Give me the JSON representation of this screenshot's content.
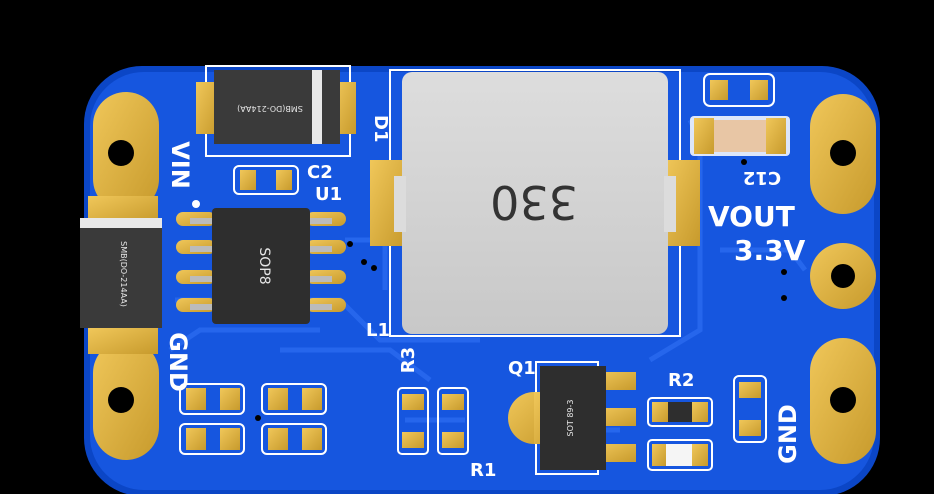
{
  "silkscreen": {
    "vin": "VIN",
    "gnd_left": "GND",
    "gnd_right": "GND",
    "vout": "VOUT",
    "vout_voltage": "3.3V",
    "d1": "D1",
    "c2": "C2",
    "u1": "U1",
    "l1": "L1",
    "r1": "R1",
    "r2": "R2",
    "r3": "R3",
    "q1": "Q1",
    "c12": "C12"
  },
  "markings": {
    "inductor": "330",
    "ic": "SOP8",
    "diode_top": "SMB(DO-214AA)",
    "diode_left": "SMB(DO-214AA)",
    "transistor": "SOT 89-3"
  },
  "colors": {
    "background": "#000000",
    "pcb": "#0d4fd6",
    "copper": "#1c5fe8",
    "trace": "#1a5ae0",
    "gold": "#d9ad3a",
    "silk": "#ffffff",
    "inductor": "#d3d3d3",
    "chip": "#333333"
  }
}
